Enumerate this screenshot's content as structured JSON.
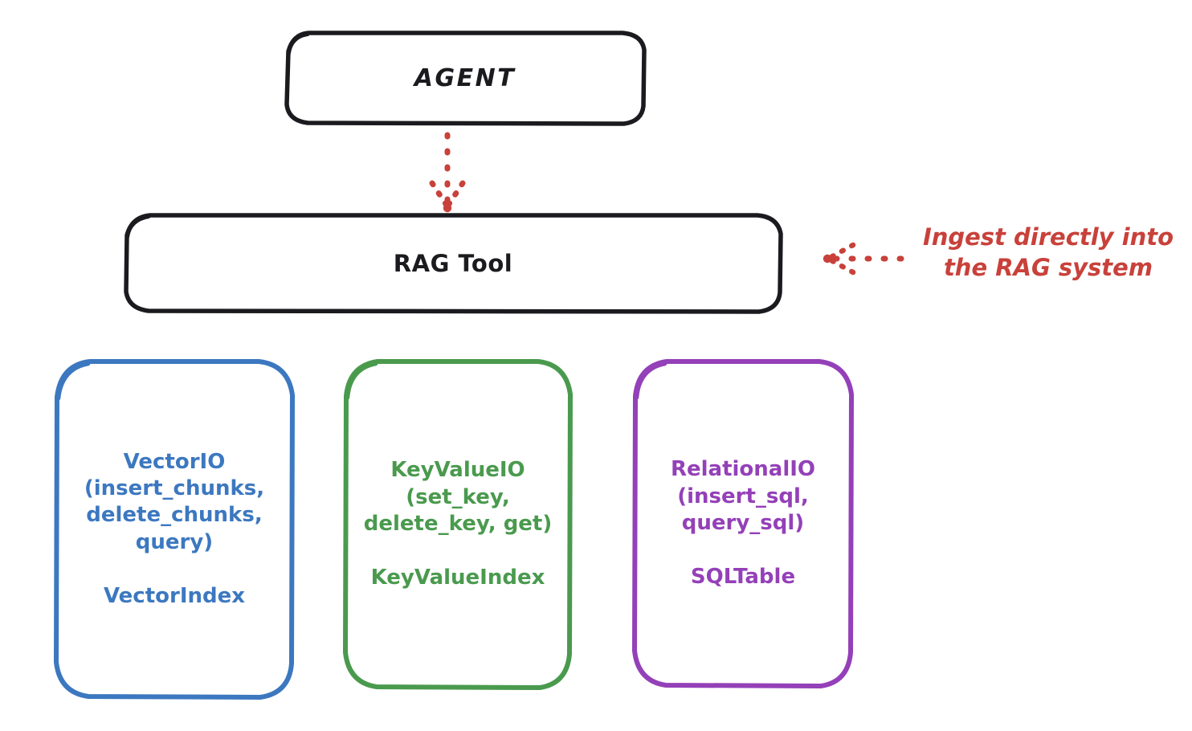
{
  "diagram": {
    "title_node": {
      "label": "AGENT"
    },
    "tool_node": {
      "label": "RAG Tool"
    },
    "annotation": {
      "text": "Ingest directly into\nthe RAG system",
      "color": "#c8413a",
      "arrow": "dotted-arrow-left-icon"
    },
    "connector": {
      "from": "AGENT",
      "to": "RAG Tool",
      "style": "dotted",
      "color": "#c8413a",
      "direction": "down",
      "icon": "dotted-arrow-down-icon"
    },
    "leaves": [
      {
        "id": "vector",
        "color": "#3c78c0",
        "api": "VectorIO\n(insert_chunks,\ndelete_chunks,\nquery)",
        "index": "VectorIndex"
      },
      {
        "id": "keyvalue",
        "color": "#4a9a4e",
        "api": "KeyValueIO\n(set_key,\ndelete_key, get)",
        "index": "KeyValueIndex"
      },
      {
        "id": "relational",
        "color": "#9440b8",
        "api": "RelationalIO\n(insert_sql,\nquery_sql)",
        "index": "SQLTable"
      }
    ]
  }
}
